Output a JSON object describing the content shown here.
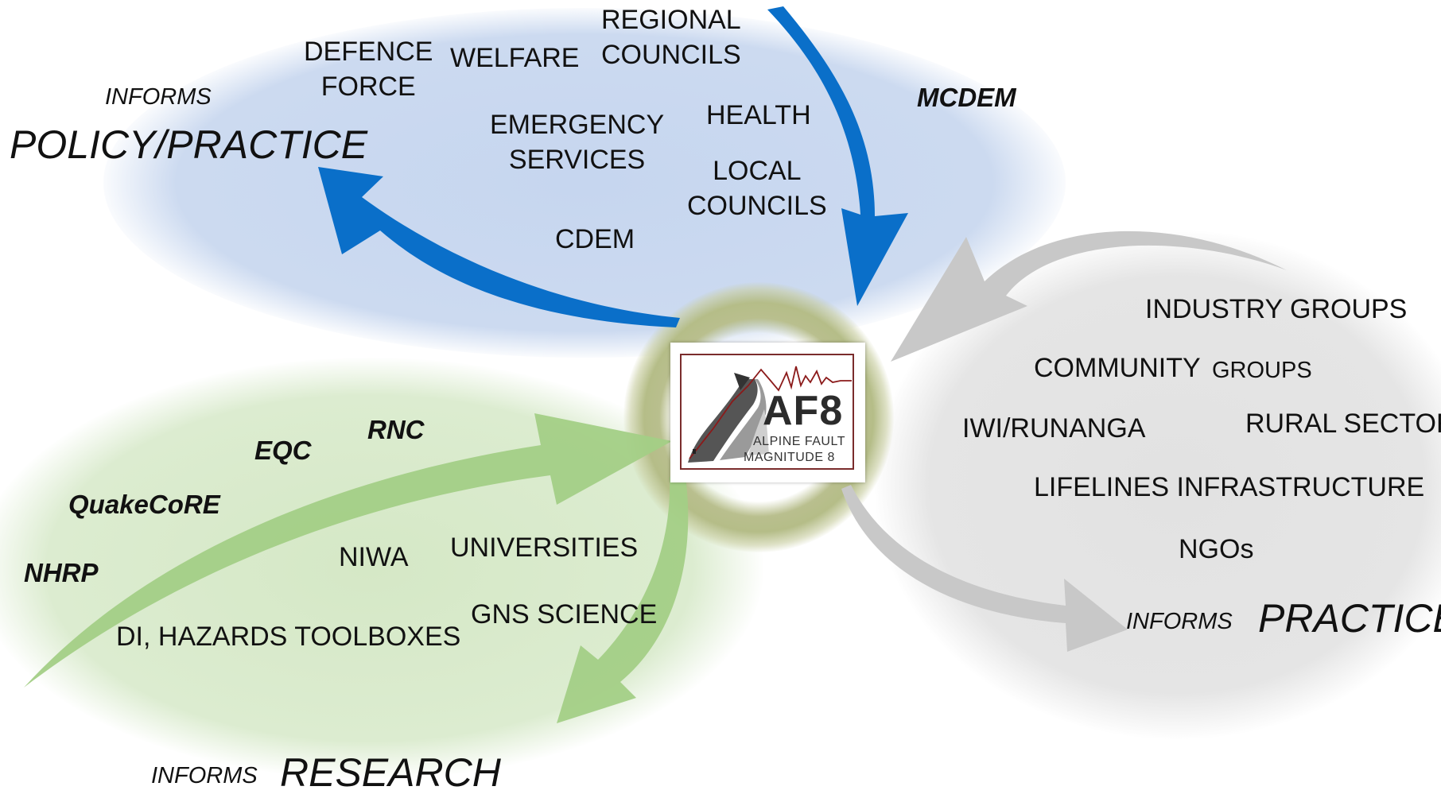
{
  "center": {
    "logo_title": "AF8",
    "logo_line1": "ALPINE FAULT",
    "logo_line2": "MAGNITUDE 8"
  },
  "policy": {
    "informs_prefix": "INFORMS",
    "informs_target": "POLICY/PRACTICE",
    "agency": "MCDEM",
    "organizations": {
      "defence_force": "DEFENCE\nFORCE",
      "welfare": "WELFARE",
      "regional_councils": "REGIONAL\nCOUNCILS",
      "emergency_services": "EMERGENCY\nSERVICES",
      "health": "HEALTH",
      "local_councils": "LOCAL\nCOUNCILS",
      "cdem": "CDEM"
    }
  },
  "research": {
    "informs_prefix": "INFORMS",
    "informs_target": "RESEARCH",
    "agencies": {
      "eqc": "EQC",
      "rnc": "RNC",
      "quakecore": "QuakeCoRE",
      "nhrp": "NHRP"
    },
    "organizations": {
      "niwa": "NIWA",
      "universities": "UNIVERSITIES",
      "gns_science": "GNS SCIENCE",
      "di_toolboxes": "DI, HAZARDS TOOLBOXES"
    }
  },
  "practice": {
    "informs_prefix": "INFORMS",
    "informs_target": "PRACTICE",
    "organizations": {
      "industry_groups": "INDUSTRY GROUPS",
      "community_groups_a": "COMMUNITY",
      "community_groups_b": "GROUPS",
      "iwi_runanga": "IWI/RUNANGA",
      "rural_sector": "RURAL SECTOR",
      "lifelines": "LIFELINES INFRASTRUCTURE",
      "ngos": "NGOs"
    }
  },
  "colors": {
    "policy_arrow": "#0a6fc9",
    "research_arrow": "#a3cf86",
    "practice_arrow": "#c8c8c8",
    "policy_fill": "#ccdaf0",
    "research_fill": "#dcecd0",
    "practice_fill": "#e5e5e5",
    "ring": "#b8be8c"
  }
}
